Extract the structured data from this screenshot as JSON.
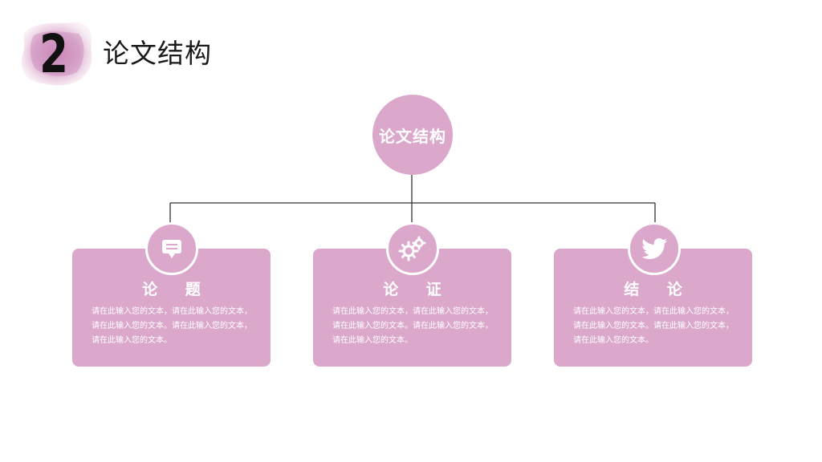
{
  "header": {
    "number": "2",
    "title": "论文结构"
  },
  "diagram": {
    "root": {
      "label": "论文结构",
      "color": "#dba8cc"
    },
    "cards": [
      {
        "title": "论 题",
        "icon": "chat-bubble-icon",
        "text": "请在此输入您的文本，请在此输入您的文本，请在此输入您的文本。请在此输入您的文本，请在此输入您的文本。"
      },
      {
        "title": "论 证",
        "icon": "gears-icon",
        "text": "请在此输入您的文本，请在此输入您的文本，请在此输入您的文本。请在此输入您的文本，请在此输入您的文本。"
      },
      {
        "title": "结 论",
        "icon": "bird-icon",
        "text": "请在此输入您的文本，请在此输入您的文本，请在此输入您的文本。请在此输入您的文本，请在此输入您的文本。"
      }
    ]
  },
  "colors": {
    "accent": "#dba8cc",
    "text_dark": "#1a1a1a",
    "line": "#333333"
  }
}
